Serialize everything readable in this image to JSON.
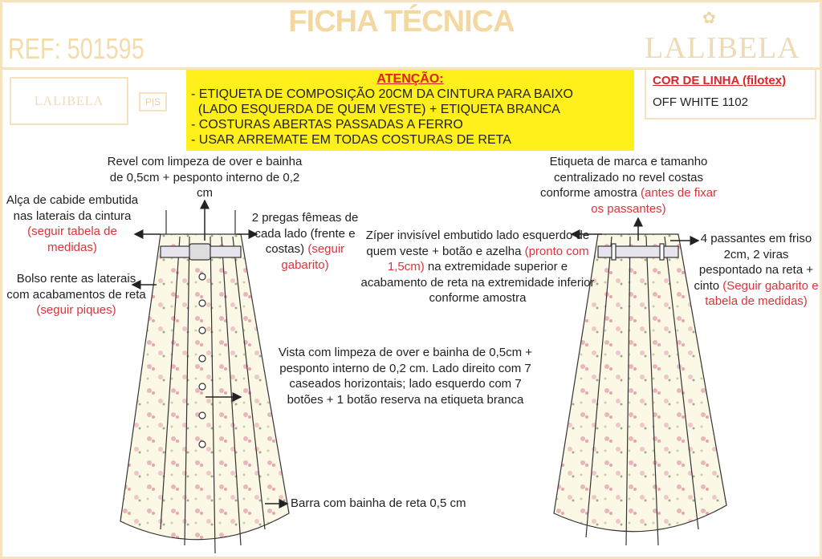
{
  "header": {
    "title": "FICHA TÉCNICA",
    "ref": "REF: 501595",
    "brand": "LALIBELA"
  },
  "label_box": {
    "brand": "LALIBELA",
    "size": "P|S"
  },
  "attention": {
    "title": "ATENÇÃO:",
    "lines": [
      "- ETIQUETA DE COMPOSIÇÃO 20CM DA CINTURA PARA BAIXO",
      "  (LADO ESQUERDA DE QUEM VESTE) + ETIQUETA BRANCA",
      "- COSTURAS ABERTAS PASSADAS A FERRO",
      "- USAR ARREMATE EM TODAS COSTURAS DE RETA"
    ]
  },
  "thread": {
    "title": "COR DE LINHA (filotex)",
    "value": "OFF WHITE 1102"
  },
  "notes": {
    "revel": "Revel com limpeza de over e bainha de 0,5cm + pesponto interno de 0,2 cm",
    "alca": "Alça de cabide embutida nas laterais da cintura",
    "alca_red": "(seguir tabela de medidas)",
    "pregas": "2 pregas fêmeas de cada lado (frente e costas)",
    "pregas_red": "(seguir gabarito)",
    "bolso": "Bolso rente as laterais com acabamentos de reta",
    "bolso_red": "(seguir piques)",
    "vista": "Vista com limpeza de over e bainha de 0,5cm + pesponto interno de 0,2 cm. Lado direito com 7 caseados horizontais; lado esquerdo com 7 botões + 1 botão reserva na etiqueta branca",
    "barra": "Barra com bainha de reta 0,5 cm",
    "etiqueta": "Etiqueta de marca e tamanho centralizado no revel costas conforme amostra",
    "etiqueta_red": "(antes de fixar os passantes)",
    "ziper_a": "Zíper invisível embutido lado esquerdo de quem veste + botão e azelha",
    "ziper_red": "(pronto com 1,5cm)",
    "ziper_b": "na extremidade superior e acabamento de reta na extremidade inferior conforme amostra",
    "passantes": "4 passantes em friso 2cm, 2 viras pespontado na reta + cinto",
    "passantes_red": "(Seguir gabarito e tabela de medidas)"
  }
}
